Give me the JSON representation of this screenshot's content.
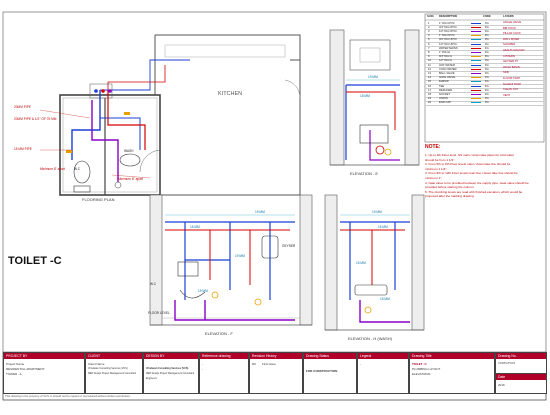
{
  "drawing": {
    "sheet_title": "TOILET -C",
    "views": {
      "plan": {
        "title": "FLOORING PLAN",
        "kitchen_label": "KITCHEN",
        "wash_label": "WASH",
        "wc_label": "W.C"
      },
      "elev_e": {
        "title": "ELEVATION - E"
      },
      "elev_f": {
        "title": "ELEVATION - F"
      },
      "elev_h": {
        "title": "ELEVATION - H (WASH)"
      }
    },
    "dims": {
      "d1": "19 MM",
      "d2": "15 MM",
      "d3": "15 MM",
      "d4": "19 MM",
      "d5": "19 MM",
      "d6": "19 MM",
      "d7": "15 MM",
      "d8": "15 MM",
      "d9": "19 MM",
      "d10": "15 MM"
    },
    "plan_notes": {
      "n1": "20MM PIPE",
      "n2": "20MM PIPE & 1/2\" OF 75 MM",
      "n3": "15 MM PIPE",
      "n4": "Minimum 8\" apart",
      "n5": "Minimum 8\" apart"
    },
    "elev_tags": {
      "geyser": "GEYSER",
      "wc": "W.C",
      "floor": "FLOOR LEVEL"
    }
  },
  "legend": {
    "header": {
      "sno": "S.NO.",
      "description": "DESCRIPTION",
      "code": "CODE",
      "layers": "LAYERS"
    },
    "rows": [
      {
        "no": "1",
        "desc": "1\" DIA CPVC",
        "code": "FG"
      },
      {
        "no": "2",
        "desc": "3/4\" DIA CPVC",
        "code": "FG"
      },
      {
        "no": "3",
        "desc": "1/2\" DIA CPVC",
        "code": "FG"
      },
      {
        "no": "4",
        "desc": "1\" DIA UPVC",
        "code": "FG"
      },
      {
        "no": "5",
        "desc": "3/4\" DIA UPVC",
        "code": "FG"
      },
      {
        "no": "6",
        "desc": "1/2\" DIA UPVC",
        "code": "FG"
      },
      {
        "no": "7",
        "desc": "WATER MAINS",
        "code": "FG"
      },
      {
        "no": "8",
        "desc": "1\" DIA GI",
        "code": "FG"
      },
      {
        "no": "9",
        "desc": "3/4\" DIA GI",
        "code": "FG"
      },
      {
        "no": "10",
        "desc": "1/2\" DIA GI",
        "code": "FG"
      },
      {
        "no": "11",
        "desc": "HOT WATER",
        "code": "FG"
      },
      {
        "no": "12",
        "desc": "COLD WATER",
        "code": "FG"
      },
      {
        "no": "13",
        "desc": "BALL VALVE",
        "code": "FG"
      },
      {
        "no": "14",
        "desc": "GATE VALVE",
        "code": "FG"
      },
      {
        "no": "15",
        "desc": "ELBOW",
        "code": "FG"
      },
      {
        "no": "16",
        "desc": "TEE",
        "code": "FG"
      },
      {
        "no": "17",
        "desc": "REDUCER",
        "code": "FG"
      },
      {
        "no": "18",
        "desc": "SOCKET",
        "code": "FG"
      },
      {
        "no": "19",
        "desc": "UNION",
        "code": "FG"
      },
      {
        "no": "20",
        "desc": "END CAP",
        "code": "FG"
      }
    ],
    "layer_notes": [
      "ANGLE VALVE",
      "BIB COCK",
      "PILLAR COCK",
      "WALL MIXER",
      "SHOWER",
      "HEALTH FAUCET",
      "CISTERN",
      "GEYSER PT",
      "WASH BASIN",
      "SINK",
      "FLOOR TRAP",
      "NAHANI TRAP",
      "CLEAN OUT",
      "VENT"
    ]
  },
  "notes": {
    "title": "NOTE:",
    "lines": [
      "1. Up to 4th Floor level, 3/4 main / down take pipes for cold water",
      "   should be from 1 1/2\".",
      "2. From 5th to 8th Floor levels main / down take line should be",
      "   minimum 1 1/4\".",
      "3. From 9th to 12th Floor levels main line / down take line should be",
      "   minimum 1\".",
      "4. Gate valve to be provided between the supply pipe. Gate valve should be",
      "   provided before starting the column.",
      "5. The plumbing levels are read with finished elevation, which would be",
      "   proposed after the marking drawing."
    ]
  },
  "title_block": {
    "project": {
      "head": "PROJECT BY",
      "l1": "Project Name",
      "l2": "RESIDENTIAL APARTMENT",
      "l3": "TOWER - A"
    },
    "client": {
      "head": "CLIENT",
      "l1": "Client Name",
      "l2": "Vrindavan Consulting Services (VCS)",
      "l3": "MEP Design Project Management Consultant"
    },
    "consultant": {
      "head": "DESIGN BY",
      "l1": "Vrindavan Consulting Services (VCS)",
      "l2": "MEP Design Project Management Consultant",
      "l3": "Engineers"
    },
    "reference": {
      "head": "Reference drawing",
      "l1": "-",
      "l2": "-"
    },
    "revision": {
      "head": "Revision History",
      "l1": "R0",
      "l2": "First Issue"
    },
    "stamp": {
      "head": "Drawing Status",
      "l1": "FOR CONSTRUCTION"
    },
    "legend_small": {
      "head": "Legend",
      "l1": "-"
    },
    "title": {
      "head": "Drawing Title",
      "l1": "TOILET -C",
      "l2": "PLUMBING LAYOUT",
      "l3": "ELEVATIONS"
    },
    "dwg_no": {
      "head": "Drawing No.",
      "l1": "VCS/PL/TC/01"
    },
    "date": {
      "head": "Date",
      "l1": "2016"
    },
    "footer": "This drawing is the property of VCS. It should not be copied or reproduced without written permission."
  },
  "colors": {
    "hot": "#d40000",
    "cold": "#1b3fd6",
    "drain": "#8a00c8",
    "sleeve": "#e8a000",
    "dim": "#00a0c8",
    "wall": "#444444",
    "brand": "#b0002a"
  }
}
